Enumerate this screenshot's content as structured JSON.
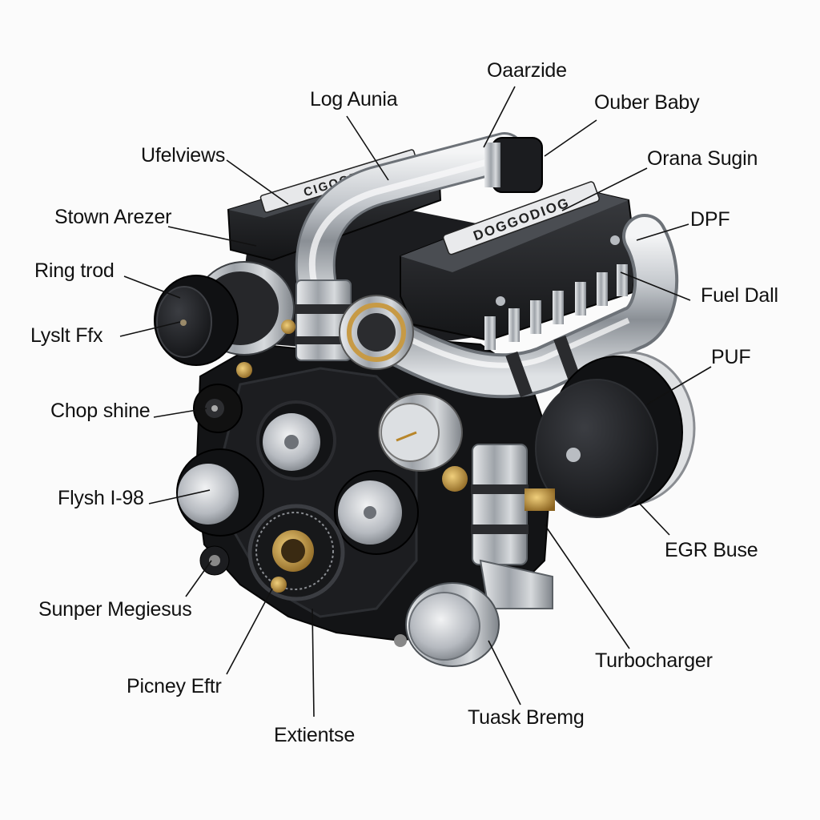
{
  "labels": {
    "oaarzide": "Oaarzide",
    "log_aunia": "Log Aunia",
    "ouber_baby": "Ouber Baby",
    "ufelviews": "Ufelviews",
    "orana_sugin": "Orana Sugin",
    "stown_arezer": "Stown Arezer",
    "dpf": "DPF",
    "ring_trod": "Ring trod",
    "fuel_dall": "Fuel Dall",
    "lyslt_ffx": "Lyslt Ffx",
    "puf": "PUF",
    "chop_shine": "Chop shine",
    "flysh_198": "Flysh I-98",
    "egr_buse": "EGR Buse",
    "sunper_megiesus": "Sunper Megiesus",
    "turbocharger": "Turbocharger",
    "picney_eftr": "Picney Eftr",
    "tuask_bremg": "Tuask Bremg",
    "extientse": "Extientse"
  },
  "engraving": {
    "left_cover": "CIGOOBIO",
    "right_cover": "DOGGODIOG"
  },
  "colors": {
    "background": "#fbfbfb",
    "engine_black": "#17181b",
    "chrome": "#b9bdc2",
    "brass": "#b88a3c",
    "leader": "#111111"
  }
}
